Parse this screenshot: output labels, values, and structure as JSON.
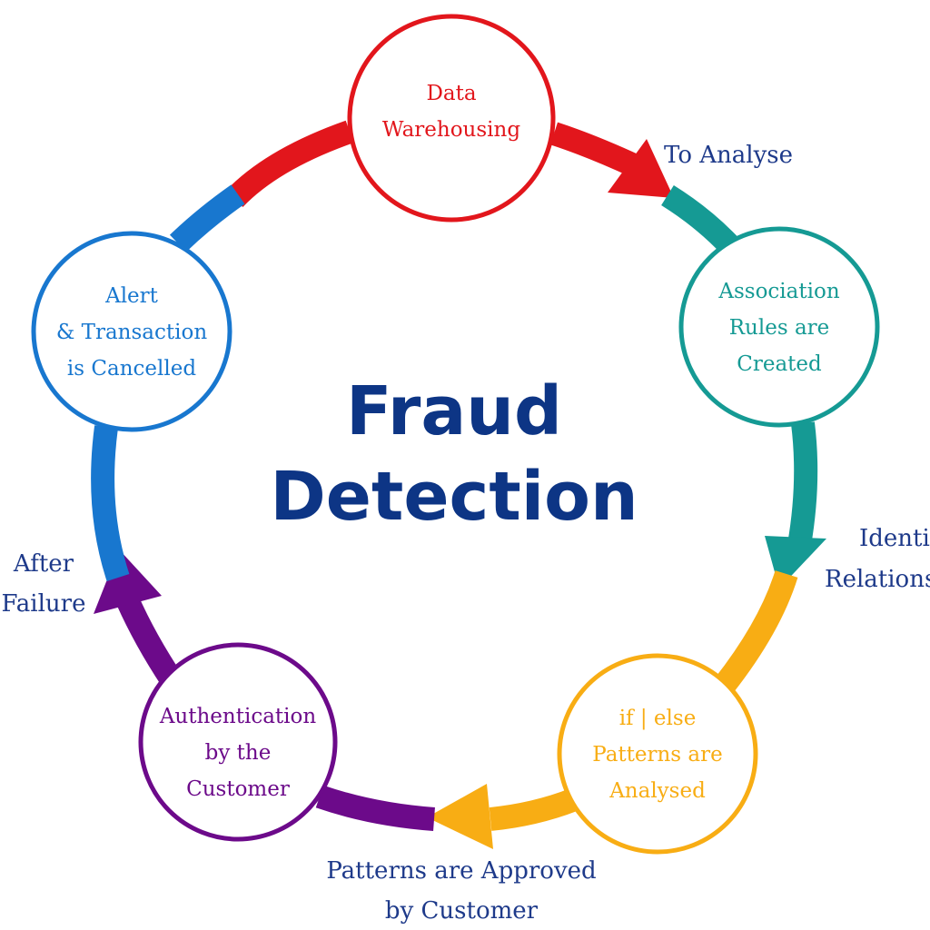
{
  "colors": {
    "red": "#e2161c",
    "teal": "#159a94",
    "orange": "#f8ad14",
    "purple": "#6c0a8a",
    "blue": "#1877cf",
    "navy": "#0d3585",
    "label_navy": "#1e3a8a"
  },
  "center": {
    "line1": "Fraud",
    "line2": "Detection"
  },
  "nodes": {
    "data_warehousing": {
      "line1": "Data",
      "line2": "Warehousing"
    },
    "association_rules": {
      "line1": "Association",
      "line2": "Rules are",
      "line3": "Created"
    },
    "patterns_analysed": {
      "line1": "if | else",
      "line2": "Patterns are",
      "line3": "Analysed"
    },
    "authentication": {
      "line1": "Authentication",
      "line2": "by the",
      "line3": "Customer"
    },
    "alert": {
      "line1": "Alert",
      "line2": "& Transaction",
      "line3": "is Cancelled"
    }
  },
  "edges": {
    "to_analyse": "To Analyse",
    "identify_1": "Identi",
    "identify_2": "Relations",
    "approved_1": "Patterns are Approved",
    "approved_2": "by Customer",
    "after_1": "After",
    "after_2": "Failure"
  }
}
